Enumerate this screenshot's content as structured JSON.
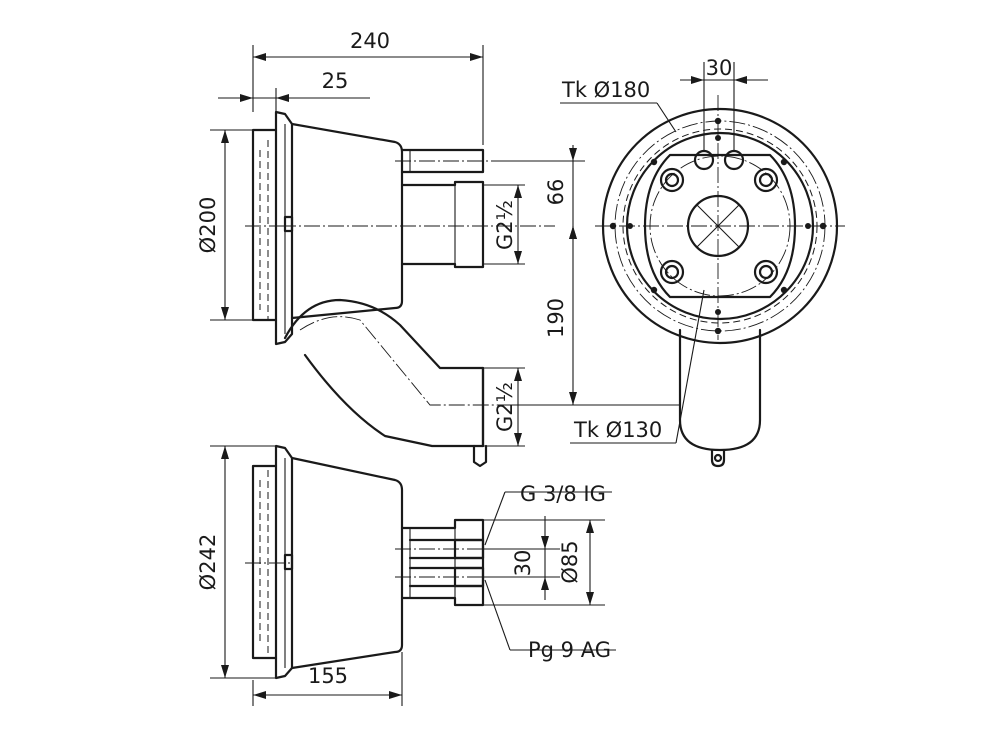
{
  "top_view": {
    "overall_length": "240",
    "flange_offset": "25",
    "flange_diameter": "Ø200",
    "thread_upper": "G2½",
    "thread_lower": "G2½",
    "center_offset": "66",
    "outlet_spacing": "190"
  },
  "front_view": {
    "bolt_circle_outer": "Tk Ø180",
    "bolt_circle_inner": "Tk Ø130",
    "hole_spacing": "30"
  },
  "side_view": {
    "flange_diameter": "Ø242",
    "body_length": "155",
    "thread_internal": "G 3/8 IG",
    "gland_thread": "Pg 9 AG",
    "port_spacing": "30",
    "port_diameter": "Ø85"
  }
}
